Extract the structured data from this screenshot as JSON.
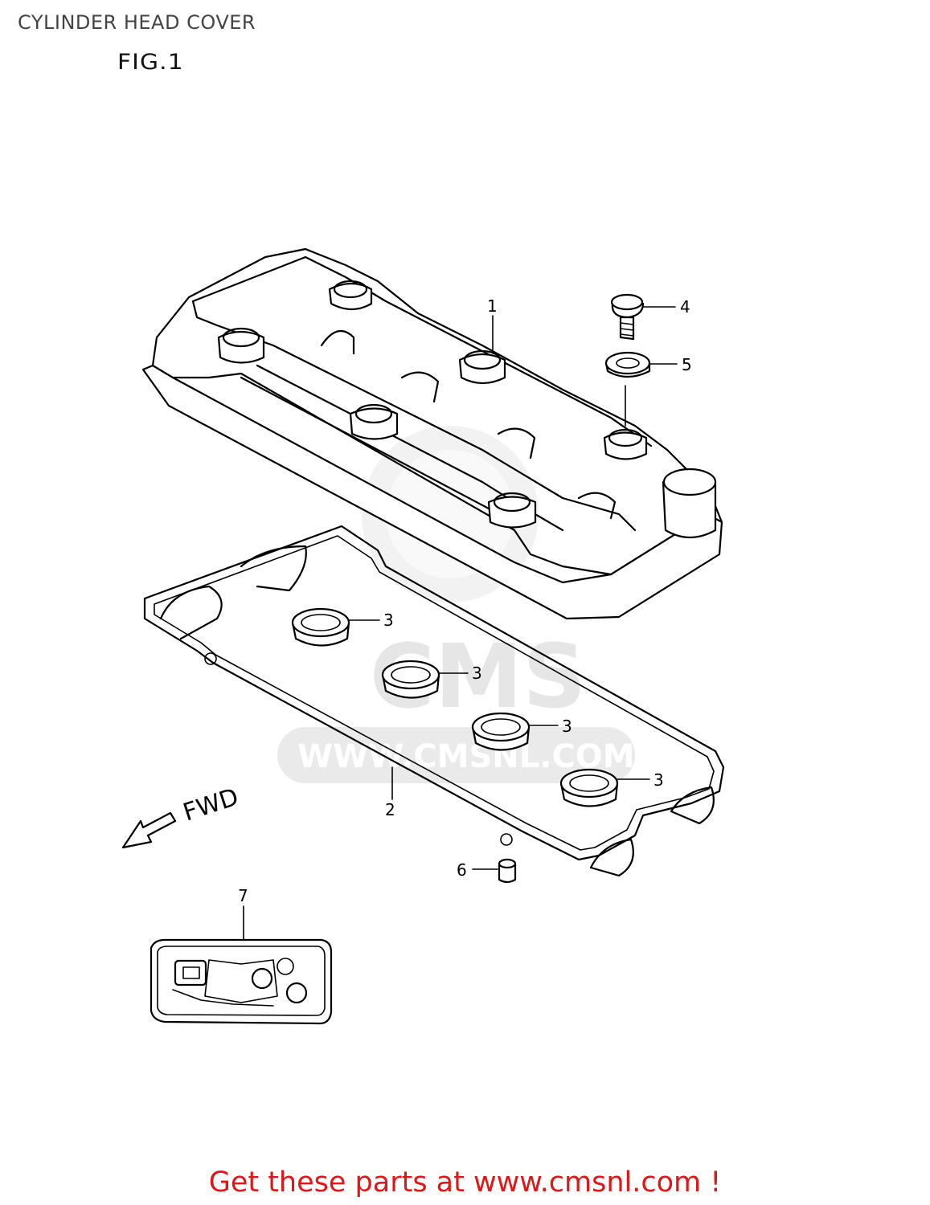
{
  "header": {
    "title": "CYLINDER HEAD COVER",
    "figure_label": "FIG.1"
  },
  "diagram": {
    "direction_label": "FWD",
    "callouts": [
      {
        "number": "1",
        "part": "cylinder-head-cover"
      },
      {
        "number": "2",
        "part": "head-cover-gasket"
      },
      {
        "number": "3",
        "part": "plug-hole-seal"
      },
      {
        "number": "3",
        "part": "plug-hole-seal"
      },
      {
        "number": "3",
        "part": "plug-hole-seal"
      },
      {
        "number": "3",
        "part": "plug-hole-seal"
      },
      {
        "number": "4",
        "part": "bolt"
      },
      {
        "number": "5",
        "part": "washer"
      },
      {
        "number": "6",
        "part": "dowel-pin"
      },
      {
        "number": "7",
        "part": "gasket-set"
      }
    ]
  },
  "watermark": {
    "brand": "CMS",
    "url": "WWW.CMSNL.COM"
  },
  "footer": {
    "cta": "Get these parts at www.cmsnl.com !",
    "color": "#e11616"
  }
}
